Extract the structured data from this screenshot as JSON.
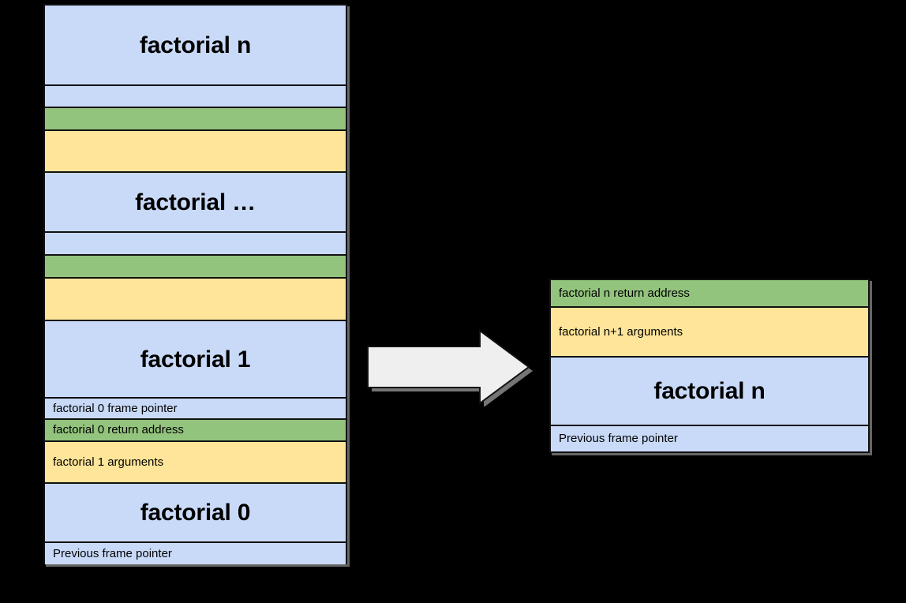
{
  "diagram": {
    "title": "recursive call stack for factorial",
    "colors": {
      "frame_blue": "#C9DAF8",
      "return_address_green": "#93C47D",
      "arguments_yellow": "#FFE599",
      "border": "#111111",
      "arrow_fill": "#EFEFEF",
      "background": "#000000"
    },
    "arrow": {
      "name": "right-block-arrow",
      "direction": "right"
    },
    "left_stack": {
      "name": "full-recursive-call-stack",
      "rows": [
        {
          "label": "factorial n",
          "color": "blue",
          "size": "big",
          "height": 102
        },
        {
          "label": "",
          "color": "blue",
          "size": "small",
          "height": 28
        },
        {
          "label": "",
          "color": "green",
          "size": "small",
          "height": 29
        },
        {
          "label": "",
          "color": "yellow",
          "size": "small",
          "height": 53
        },
        {
          "label": "factorial …",
          "color": "blue",
          "size": "big",
          "height": 76
        },
        {
          "label": "",
          "color": "blue",
          "size": "small",
          "height": 29
        },
        {
          "label": "",
          "color": "green",
          "size": "small",
          "height": 29
        },
        {
          "label": "",
          "color": "yellow",
          "size": "small",
          "height": 54
        },
        {
          "label": "factorial 1",
          "color": "blue",
          "size": "big",
          "height": 98
        },
        {
          "label": "factorial 0 frame pointer",
          "color": "blue",
          "size": "small",
          "height": 27
        },
        {
          "label": "factorial 0 return address",
          "color": "green",
          "size": "small",
          "height": 28
        },
        {
          "label": "factorial 1 arguments",
          "color": "yellow",
          "size": "small",
          "height": 53
        },
        {
          "label": "factorial 0",
          "color": "blue",
          "size": "big",
          "height": 75
        },
        {
          "label": "Previous frame pointer",
          "color": "blue",
          "size": "small",
          "height": 27
        }
      ]
    },
    "right_stack": {
      "name": "single-stack-frame-detail",
      "rows": [
        {
          "label": "factorial n return address",
          "color": "green",
          "size": "small",
          "height": 35
        },
        {
          "label": "factorial n+1 arguments",
          "color": "yellow",
          "size": "small",
          "height": 63
        },
        {
          "label": "factorial n",
          "color": "blue",
          "size": "big",
          "height": 87
        },
        {
          "label": "Previous frame pointer",
          "color": "blue",
          "size": "small",
          "height": 32
        }
      ]
    }
  }
}
